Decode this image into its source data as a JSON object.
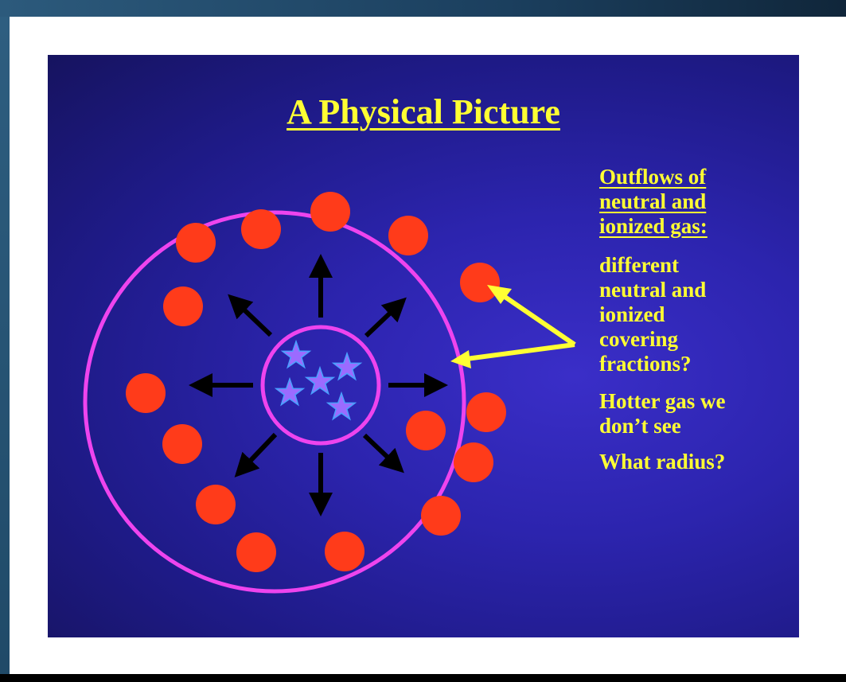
{
  "slide": {
    "title": "A Physical Picture",
    "notes": {
      "heading": [
        "Outflows of",
        "neutral and",
        "ionized gas:"
      ],
      "question_1": [
        "different",
        "neutral and",
        "ionized",
        "covering",
        "fractions?"
      ],
      "question_2": [
        "Hotter gas we",
        "don’t see"
      ],
      "question_3": "What radius?"
    }
  },
  "colors": {
    "background_top": "#16135f",
    "background_glow": "#3a2ec8",
    "title_text": "#ffff33",
    "ring": "#ee44ee",
    "cloud": "#ff3b1a",
    "star": "#9b6bff",
    "star_outline": "#4aa0ff",
    "arrow": "#000000",
    "pointer_arrow": "#ffff33"
  },
  "icons": {
    "cloud": "red-circle",
    "star": "star-shape",
    "outflow": "black-arrow",
    "pointer": "yellow-arrow"
  }
}
